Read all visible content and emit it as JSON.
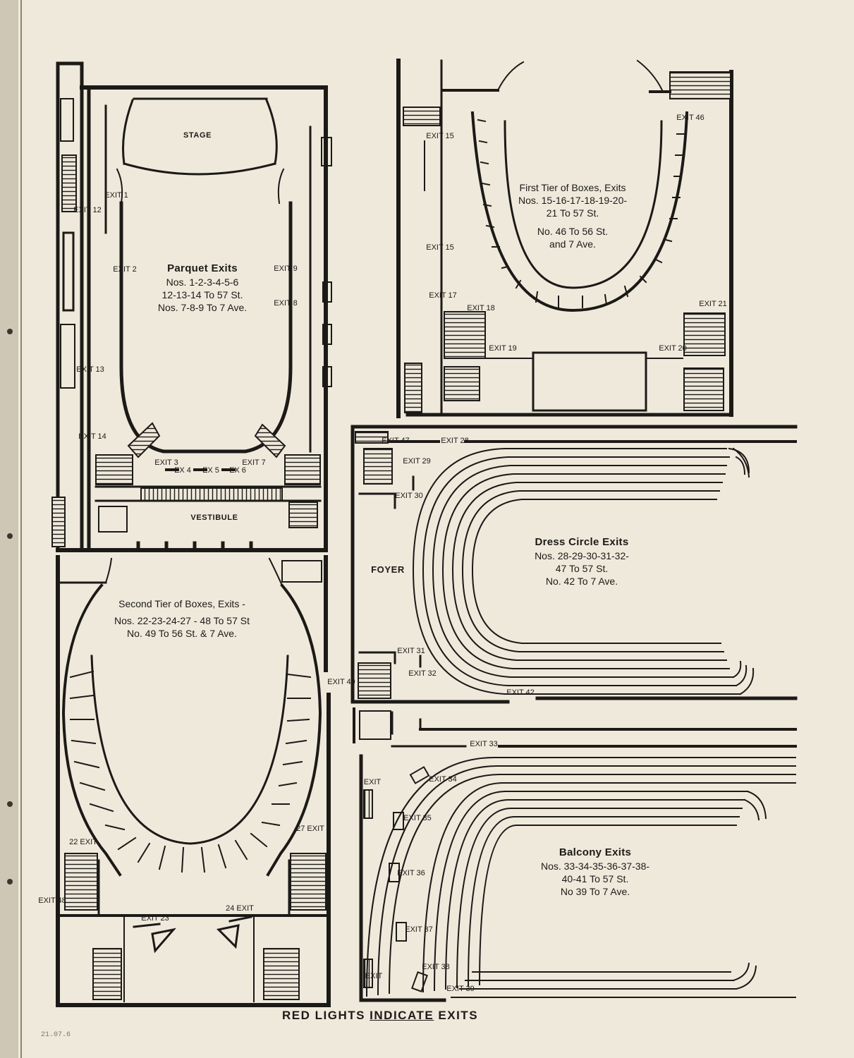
{
  "parquet": {
    "stage": "STAGE",
    "vestibule": "VESTIBULE",
    "title": "Parquet Exits",
    "lines": [
      "Nos. 1-2-3-4-5-6",
      "12-13-14 To 57 St.",
      "Nos. 7-8-9 To 7 Ave."
    ],
    "exits": [
      "EXIT 1",
      "EXIT 2",
      "EXIT 3",
      "EX 4",
      "EX 5",
      "EX 6",
      "EXIT 7",
      "EXIT 8",
      "EXIT 9",
      "EXIT 12",
      "EXIT 13",
      "EXIT 14"
    ]
  },
  "first_tier": {
    "lines": [
      "First Tier of Boxes, Exits",
      "Nos. 15-16-17-18-19-20-",
      "21 To 57 St.",
      "No. 46 To 56 St.",
      "and 7 Ave."
    ],
    "exits": [
      "EXIT 15",
      "EXIT 15",
      "EXIT 17",
      "EXIT 18",
      "EXIT 19",
      "EXIT 20",
      "EXIT 21",
      "EXIT 46"
    ]
  },
  "second_tier": {
    "lines": [
      "Second Tier of Boxes, Exits -",
      "Nos. 22-23-24-27 - 48 To 57 St",
      "No. 49 To 56 St. & 7 Ave."
    ],
    "exits": [
      "22 EXIT",
      "EXIT 23",
      "24 EXIT",
      "27 EXIT",
      "EXIT 48",
      "EXIT 49"
    ]
  },
  "dress_circle": {
    "foyer": "FOYER",
    "title": "Dress Circle Exits",
    "lines": [
      "Nos. 28-29-30-31-32-",
      "47 To 57 St.",
      "No. 42 To 7 Ave."
    ],
    "exits": [
      "EXIT 47",
      "EXIT 28",
      "EXIT 29",
      "EXIT 30",
      "EXIT 31",
      "EXIT 32",
      "EXIT 42"
    ]
  },
  "balcony": {
    "title": "Balcony Exits",
    "lines": [
      "Nos. 33-34-35-36-37-38-",
      "40-41 To 57 St.",
      "No 39 To 7 Ave."
    ],
    "exits": [
      "EXIT 33",
      "EXIT 34",
      "EXIT 35",
      "EXIT 36",
      "EXIT 37",
      "EXIT 38",
      "EXIT 39",
      "EXIT",
      "EXIT"
    ]
  },
  "footer": {
    "a": "RED LIGHTS ",
    "b": "INDICATE",
    "c": " EXITS"
  },
  "margin_mark": "21.07.6"
}
